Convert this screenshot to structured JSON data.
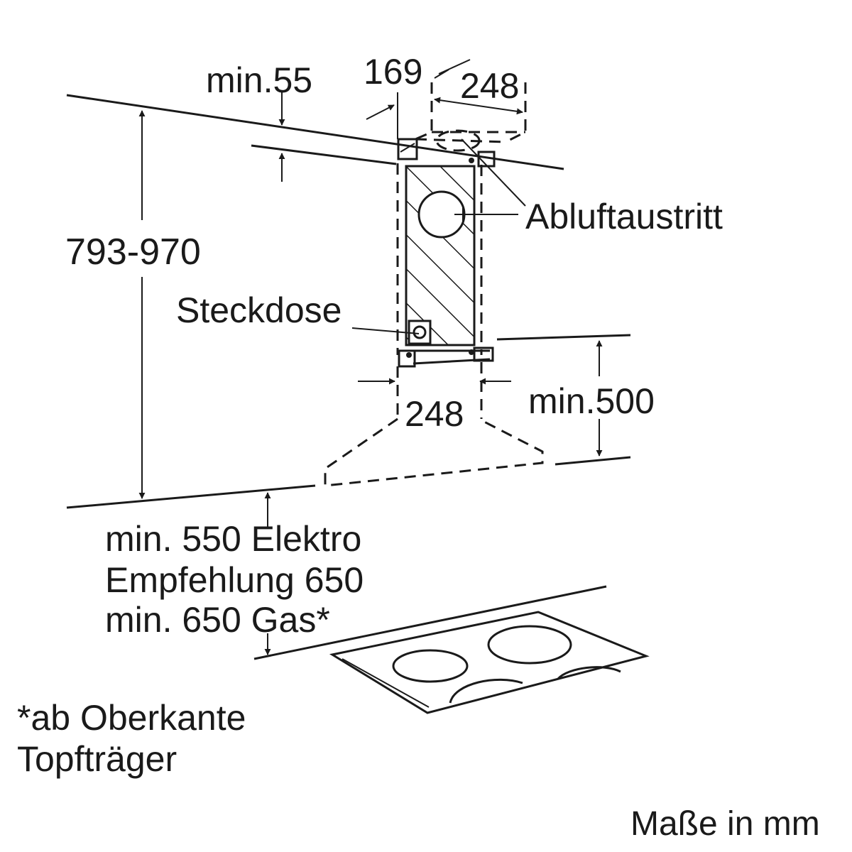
{
  "labels": {
    "min_55": "min.55",
    "dim_169": "169",
    "dim_248_top": "248",
    "height_range": "793-970",
    "abluftaustritt": "Abluftaustritt",
    "steckdose": "Steckdose",
    "dim_248_bottom": "248",
    "min_500": "min.500",
    "clearance_line1": "min. 550 Elektro",
    "clearance_line2": "Empfehlung 650",
    "clearance_line3": "min. 650 Gas*",
    "footnote_line1": "*ab Oberkante",
    "footnote_line2": "Topfträger",
    "units": "Maße in mm"
  },
  "colors": {
    "ink": "#1a1a1a",
    "background": "#ffffff"
  }
}
